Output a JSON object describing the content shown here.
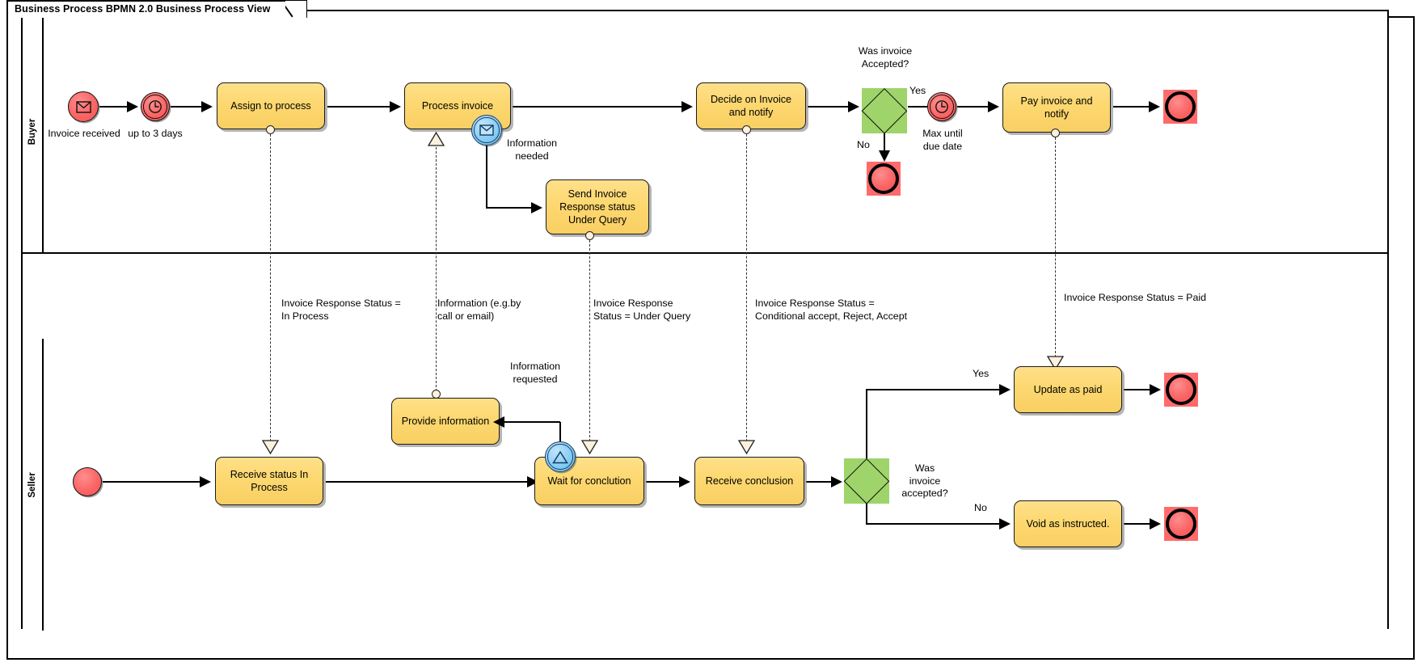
{
  "diagram": {
    "title": "Business Process BPMN 2.0 Business Process View",
    "type": "bpmn-collaboration"
  },
  "colors": {
    "task_fill": "#FBD46D",
    "gateway_fill": "#9ED46A",
    "event_red": "#FB6565",
    "boundary_blue": "#87CDF5",
    "line": "#000000"
  },
  "lanes": [
    {
      "id": "buyer",
      "label": "Buyer"
    },
    {
      "id": "seller",
      "label": "Seller"
    }
  ],
  "buyer": {
    "start_event": {
      "name": "Invoice received",
      "icon": "message-envelope-icon"
    },
    "timer_event": {
      "name": "up to 3 days",
      "icon": "timer-clock-icon"
    },
    "task_assign": "Assign to process",
    "task_process": "Process invoice",
    "boundary_message": {
      "label": "Information\nneeded",
      "icon": "message-envelope-icon"
    },
    "task_send_query": "Send Invoice\nResponse status\nUnder Query",
    "task_decide": "Decide on Invoice\nand notify",
    "gateway": {
      "label": "Was invoice\nAccepted?",
      "yes": "Yes",
      "no": "No"
    },
    "timer_due": {
      "name": "Max until\ndue date",
      "icon": "timer-clock-icon"
    },
    "task_pay": "Pay invoice and\nnotify",
    "end_rejected": "",
    "end_paid": ""
  },
  "seller": {
    "start_event": "",
    "task_receive_status": "Receive status In\nProcess",
    "task_provide_info": "Provide information",
    "task_wait": "Wait for conclution",
    "boundary_signal": {
      "label": "Information\nrequested",
      "icon": "signal-icon"
    },
    "task_receive_conclusion": "Receive conclusion",
    "gateway": {
      "label": "Was\ninvoice\naccepted?",
      "yes": "Yes",
      "no": "No"
    },
    "task_update_paid": "Update as paid",
    "task_void": "Void as instructed.",
    "end_paid": "",
    "end_void": ""
  },
  "message_flows": [
    {
      "id": "mf1",
      "label": "Invoice Response Status =\nIn Process"
    },
    {
      "id": "mf2",
      "label": "Information (e.g.by\n call or email)"
    },
    {
      "id": "mf3",
      "label": "Invoice Response\nStatus = Under Query"
    },
    {
      "id": "mf4",
      "label": "Invoice Response Status =\nConditional accept, Reject, Accept"
    },
    {
      "id": "mf5",
      "label": "Invoice Response Status = Paid"
    }
  ]
}
